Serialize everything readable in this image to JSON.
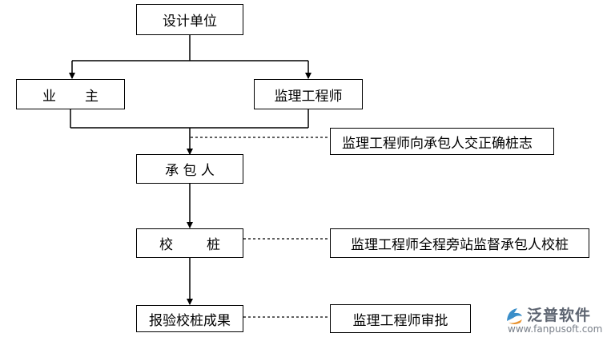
{
  "nodes": {
    "design_unit": "设计单位",
    "owner_a": "业",
    "owner_b": "主",
    "supervisor": "监理工程师",
    "contractor": "承 包 人",
    "calibrate_a": "校",
    "calibrate_b": "桩",
    "report": "报验校桩成果"
  },
  "notes": {
    "note1": "监理工程师向承包人交正确桩志",
    "note2": "监理工程师全程旁站监督承包人校桩",
    "note3": "监理工程师审批"
  },
  "watermark": {
    "name": "泛普软件",
    "url": "www.fanpusoft.com"
  }
}
